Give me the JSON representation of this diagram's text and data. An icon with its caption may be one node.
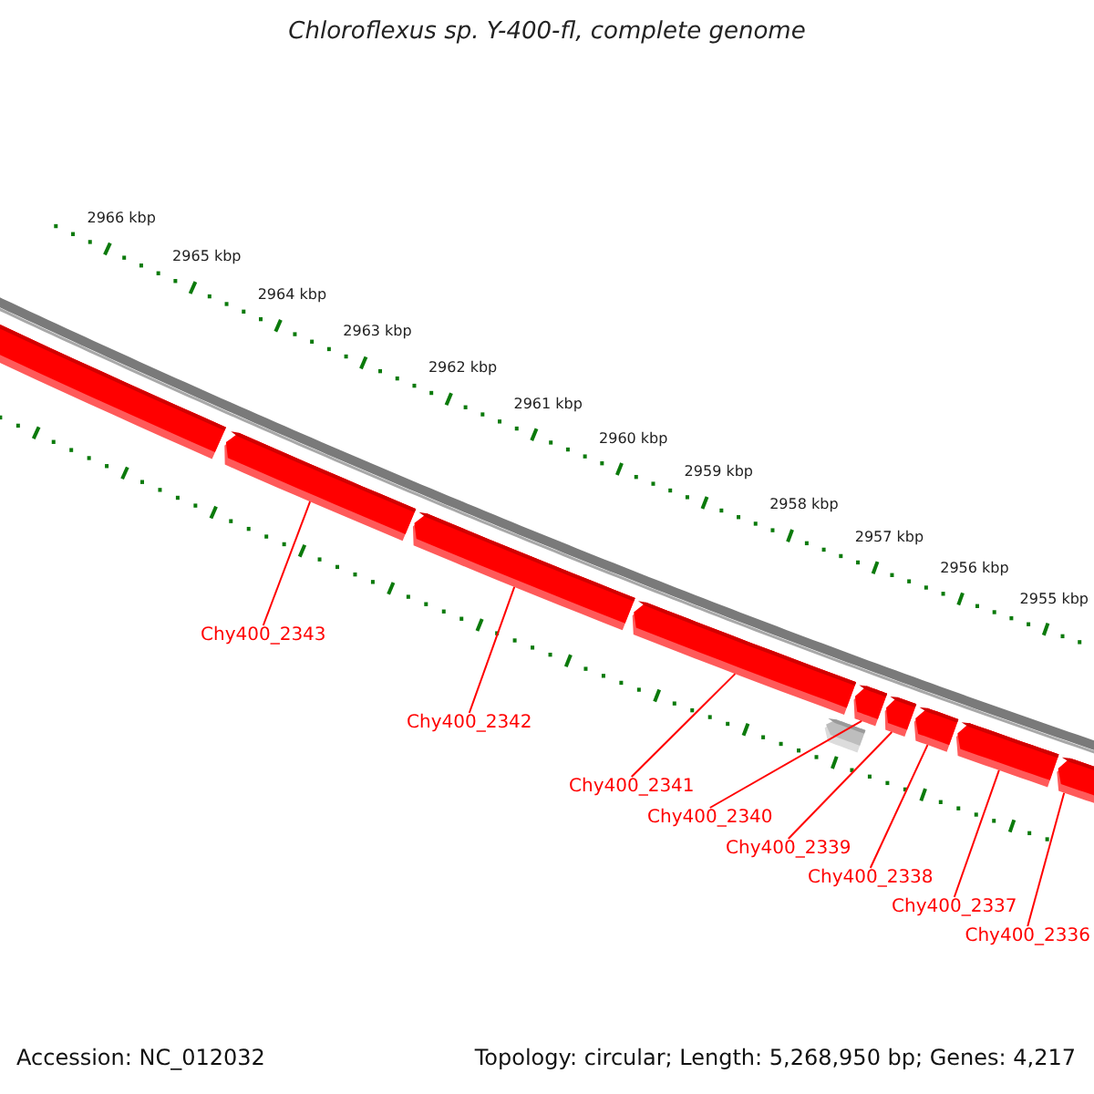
{
  "diagram": {
    "title": "Chloroflexus sp. Y-400-fl, complete genome",
    "nodes": [
      {
        "text": [],
        "shape": "bar"
      },
      {
        "text": [],
        "shape": "bar"
      },
      {
        "text": [],
        "shape": "bar"
      },
      {
        "text": [],
        "shape": "bar"
      },
      {
        "text": [],
        "shape": "bar"
      },
      {
        "text": [],
        "shape": "bar"
      },
      {
        "text": [],
        "shape": "bar"
      },
      {
        "text": [],
        "shape": "bar"
      },
      {
        "text": [],
        "shape": "bar"
      },
      {
        "text": [],
        "shape": "bar"
      },
      {
        "text": [
          "Chy400_2343"
        ]
      },
      {
        "text": [
          "Chy400_2342"
        ]
      },
      {
        "text": [
          "Chy400_2341"
        ]
      },
      {
        "text": [
          "Chy400_2340"
        ]
      },
      {
        "text": [
          "Chy400_2339"
        ]
      },
      {
        "text": [
          "Chy400_2338"
        ]
      },
      {
        "text": [
          "Chy400_2337"
        ]
      },
      {
        "text": [
          "Chy400_2336"
        ]
      }
    ],
    "edges": [
      {
        "from": 10,
        "to": 1,
        "arrow": "none"
      },
      {
        "from": 11,
        "to": 2,
        "arrow": "none"
      },
      {
        "from": 12,
        "to": 3,
        "arrow": "none"
      },
      {
        "from": 13,
        "to": 5,
        "arrow": "none"
      },
      {
        "from": 14,
        "to": 6,
        "arrow": "none"
      },
      {
        "from": 15,
        "to": 7,
        "arrow": "none"
      },
      {
        "from": 16,
        "to": 8,
        "arrow": "none"
      },
      {
        "from": 17,
        "to": 9,
        "arrow": "none"
      }
    ],
    "labels": [
      "2966 kbp",
      "2965 kbp",
      "2964 kbp",
      "2963 kbp",
      "2962 kbp",
      "2961 kbp",
      "2960 kbp",
      "2959 kbp",
      "2958 kbp",
      "2957 kbp",
      "2956 kbp",
      "2955 kbp",
      "Accession: NC_012032",
      "Topology: circular; Length: 5,268,950 bp; Genes: 4,217"
    ]
  }
}
